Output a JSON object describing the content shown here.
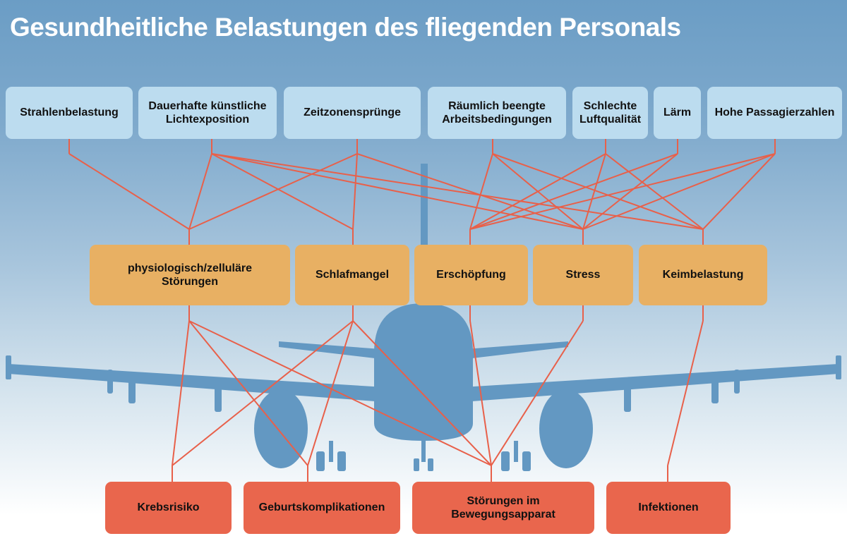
{
  "title": "Gesundheitliche Belastungen des fliegenden Personals",
  "colors": {
    "source_box": "#bcdcef",
    "middle_box": "#e8b063",
    "outcome_box": "#e9664d",
    "connector": "#e8604a",
    "plane": "#6398c2"
  },
  "sources": [
    {
      "label": "Strahlenbelastung"
    },
    {
      "label": "Dauerhafte künstliche\nLichtexposition"
    },
    {
      "label": "Zeitzonensprünge"
    },
    {
      "label": "Räumlich beengte\nArbeitsbedingungen"
    },
    {
      "label": "Schlechte\nLuftqualität"
    },
    {
      "label": "Lärm"
    },
    {
      "label": "Hohe Passagierzahlen"
    }
  ],
  "effects": [
    {
      "label": "physiologisch/zelluläre\nStörungen"
    },
    {
      "label": "Schlafmangel"
    },
    {
      "label": "Erschöpfung"
    },
    {
      "label": "Stress"
    },
    {
      "label": "Keimbelastung"
    }
  ],
  "outcomes": [
    {
      "label": "Krebsrisiko"
    },
    {
      "label": "Geburtskomplikationen"
    },
    {
      "label": "Störungen im\nBewegungsapparat"
    },
    {
      "label": "Infektionen"
    }
  ],
  "source_links": [
    [
      0,
      0
    ],
    [
      1,
      0
    ],
    [
      1,
      1
    ],
    [
      1,
      3
    ],
    [
      1,
      4
    ],
    [
      2,
      0
    ],
    [
      2,
      1
    ],
    [
      2,
      3
    ],
    [
      3,
      2
    ],
    [
      3,
      3
    ],
    [
      3,
      4
    ],
    [
      4,
      2
    ],
    [
      4,
      3
    ],
    [
      4,
      4
    ],
    [
      5,
      2
    ],
    [
      5,
      3
    ],
    [
      6,
      2
    ],
    [
      6,
      3
    ],
    [
      6,
      4
    ]
  ],
  "outcome_links": [
    [
      0,
      0
    ],
    [
      0,
      1
    ],
    [
      0,
      2
    ],
    [
      1,
      0
    ],
    [
      1,
      1
    ],
    [
      1,
      2
    ],
    [
      2,
      2
    ],
    [
      3,
      2
    ],
    [
      4,
      3
    ]
  ]
}
